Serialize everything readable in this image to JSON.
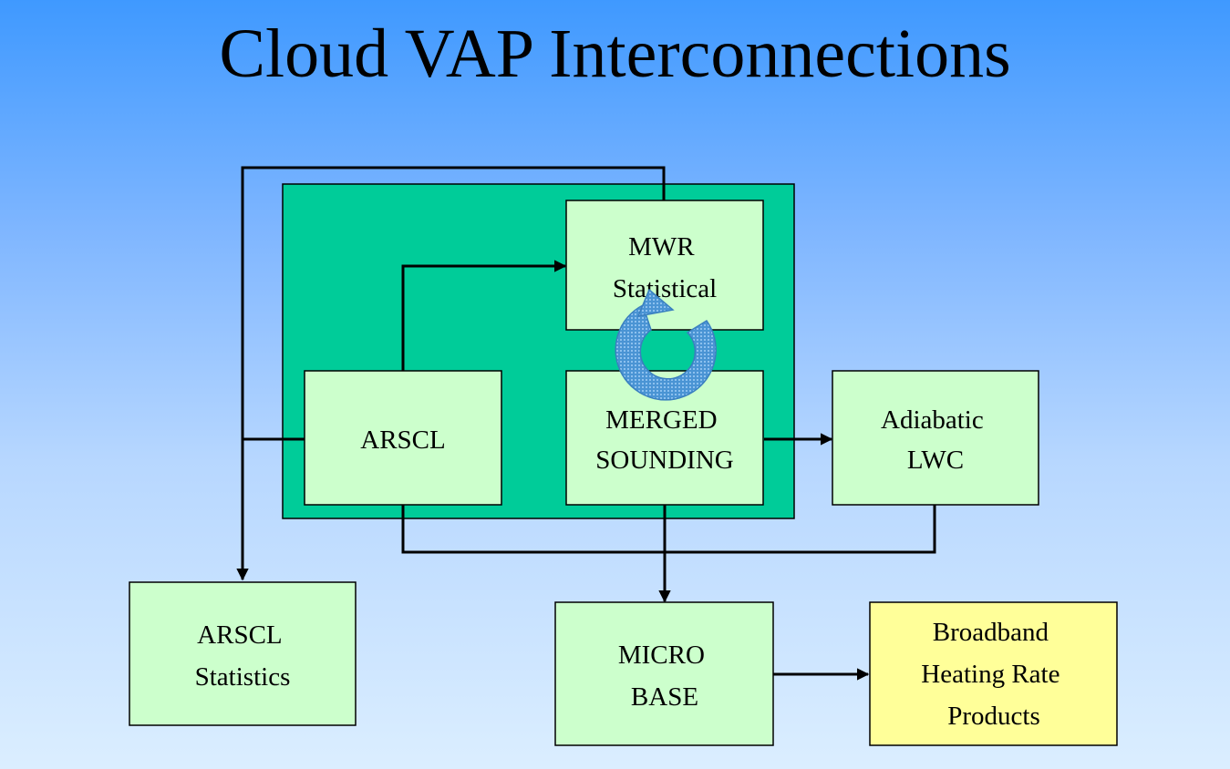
{
  "title": "Cloud VAP Interconnections",
  "colors": {
    "group_bg": "#00cc99",
    "box_fill": "#ccffcc",
    "output_fill": "#ffff99",
    "cycle_arrow": "#4f98d8"
  },
  "nodes": {
    "mwr": [
      "MWR",
      "Statistical"
    ],
    "arscl": [
      "ARSCL"
    ],
    "merged": [
      "MERGED",
      "SOUNDING"
    ],
    "adiabatic": [
      "Adiabatic",
      "LWC"
    ],
    "arscl_stats": [
      "ARSCL",
      "Statistics"
    ],
    "microbase": [
      "MICRO",
      "BASE"
    ],
    "broadband": [
      "Broadband",
      "Heating Rate",
      "Products"
    ]
  }
}
